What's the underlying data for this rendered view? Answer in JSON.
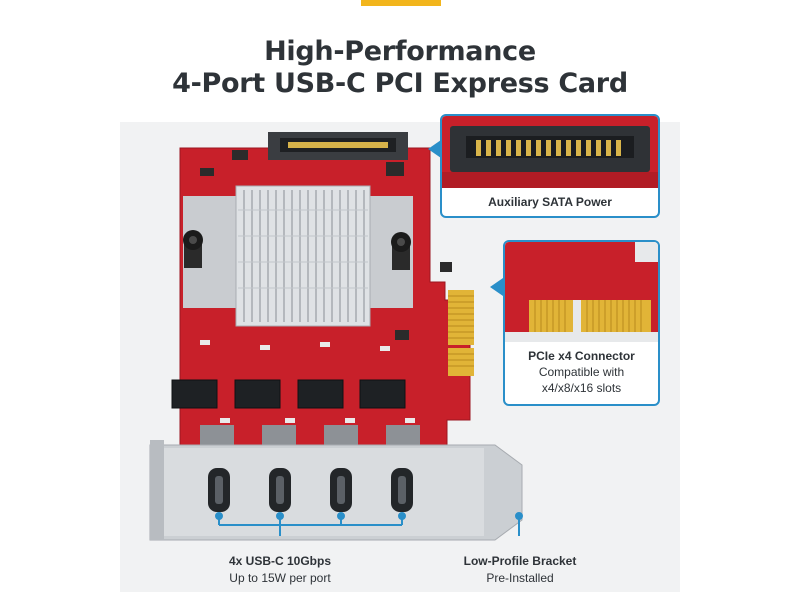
{
  "title": {
    "line1": "High-Performance",
    "line2": "4-Port USB-C PCI Express Card"
  },
  "callouts": {
    "sata": {
      "label": "Auxiliary SATA Power"
    },
    "pcie": {
      "label": "PCIe x4 Connector",
      "sub1": "Compatible with",
      "sub2": "x4/x8/x16 slots"
    }
  },
  "labels": {
    "usb": {
      "line1": "4x USB-C 10Gbps",
      "line2": "Up to 15W per port"
    },
    "bracket": {
      "line1": "Low-Profile Bracket",
      "line2": "Pre-Installed"
    }
  },
  "colors": {
    "accent": "#f2b51c",
    "callout_border": "#2a8fc9",
    "pcb": "#c8202a",
    "gold": "#e1b437",
    "text": "#2e3338"
  }
}
